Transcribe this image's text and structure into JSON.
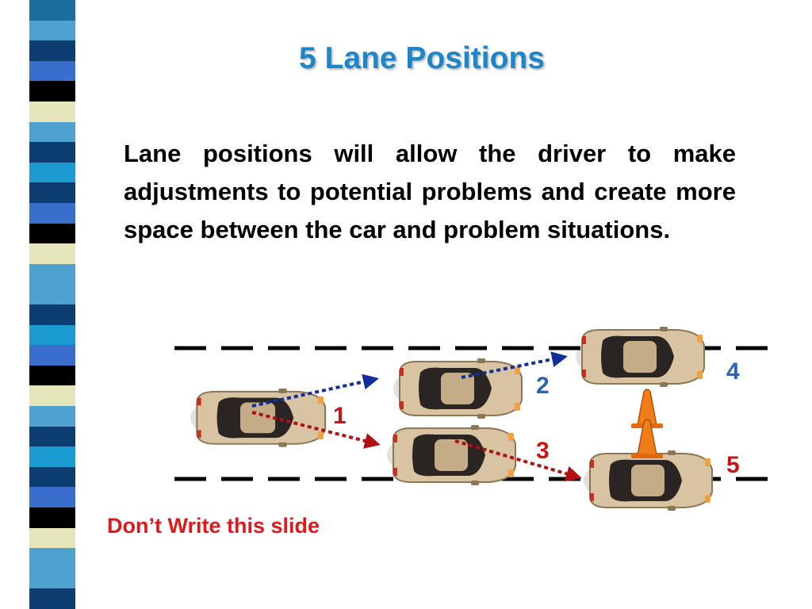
{
  "slide": {
    "title": "5 Lane Positions",
    "body": "Lane positions will allow the driver to make adjustments to potential problems and create more space between the car and problem situations.",
    "note": "Don’t Write this slide"
  },
  "diagram": {
    "position_labels": [
      {
        "text": "1",
        "color": "#cc1414"
      },
      {
        "text": "2",
        "color": "#2e62b4"
      },
      {
        "text": "3",
        "color": "#cc1414"
      },
      {
        "text": "4",
        "color": "#2e62b4"
      },
      {
        "text": "5",
        "color": "#cc1414"
      }
    ],
    "colors": {
      "blue_arrow": "#102e9c",
      "red_arrow": "#b01010",
      "car_body": "#d8c4a2",
      "cone": "#f07d18",
      "lane_line": "#000000"
    },
    "icons": [
      "car-icon",
      "traffic-cone-icon"
    ]
  },
  "colors": {
    "title": "#1e86c8",
    "note": "#e0191d",
    "stripe": [
      "#1c6e9c",
      "#4fa1d0",
      "#0c3e72",
      "#3a6ecc",
      "#000000",
      "#e6e6bc",
      "#4fa1d0",
      "#0c3e72",
      "#1c9bd0"
    ]
  }
}
